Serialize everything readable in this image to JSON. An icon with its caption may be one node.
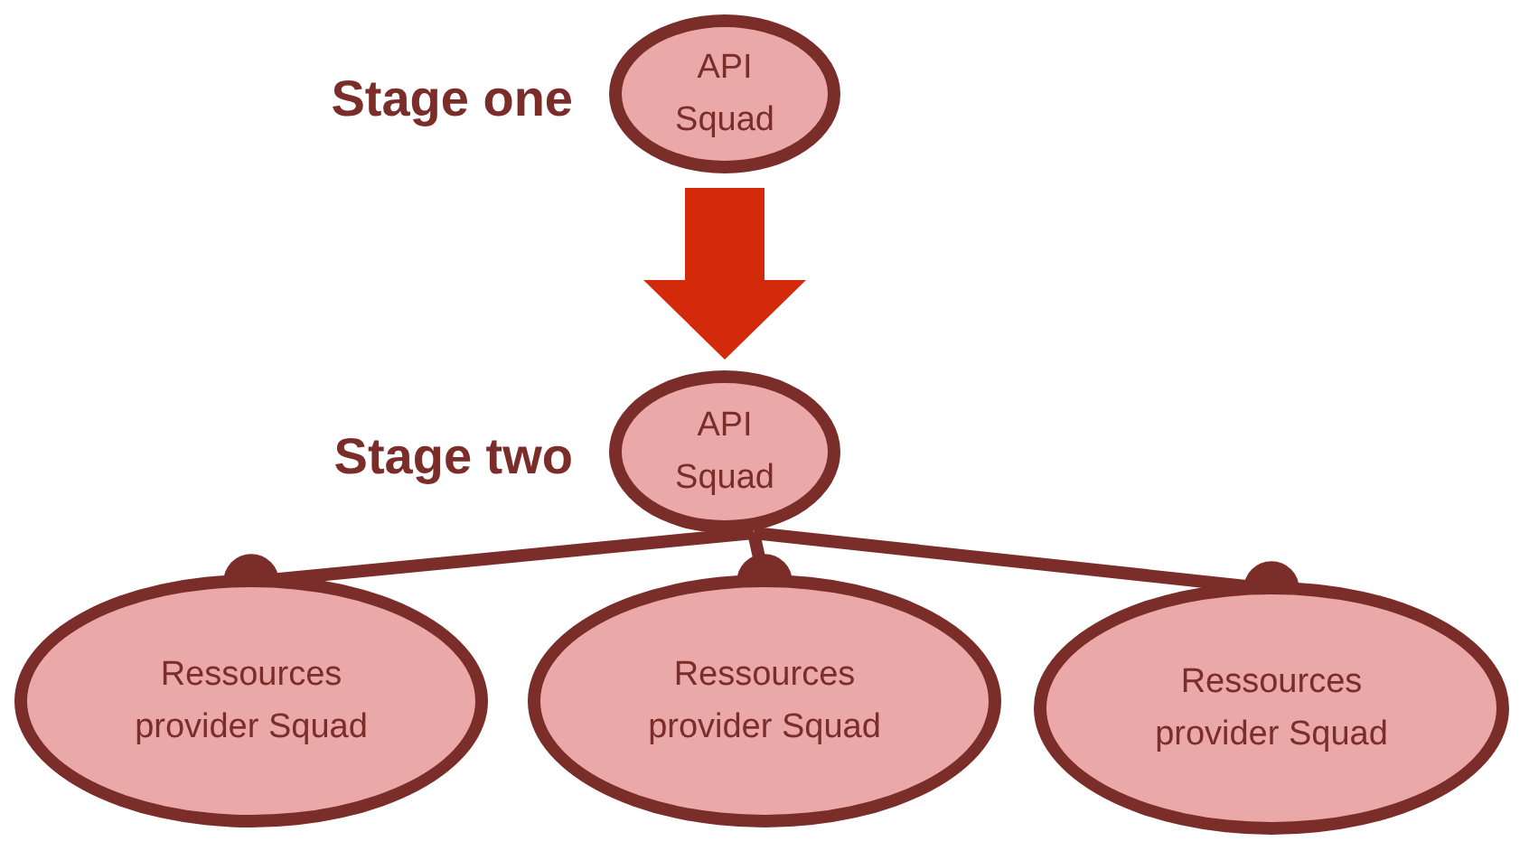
{
  "diagram": {
    "nodes": [
      {
        "text": [
          "API Squad"
        ],
        "beside": [
          "Stage one"
        ]
      },
      {
        "text": [
          "API Squad"
        ],
        "beside": [
          "Stage two"
        ]
      },
      {
        "text": [
          "Ressources provider Squad"
        ]
      },
      {
        "text": [
          "Ressources provider Squad"
        ]
      },
      {
        "text": [
          "Ressources provider Squad"
        ]
      }
    ],
    "edges": [
      {
        "from": 0,
        "to": 1,
        "arrow": "to",
        "style": "thick",
        "color": "#d42a0c"
      },
      {
        "from": 1,
        "to": 2,
        "arrow": "other"
      },
      {
        "from": 1,
        "to": 3,
        "arrow": "other"
      },
      {
        "from": 1,
        "to": 4,
        "arrow": "other"
      }
    ]
  }
}
